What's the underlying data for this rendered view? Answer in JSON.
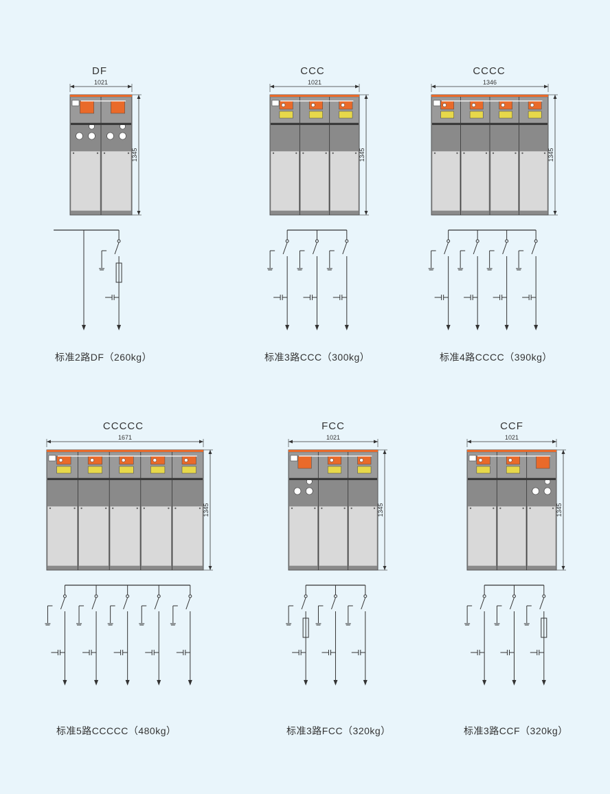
{
  "units": [
    {
      "title": "DF",
      "width_label": "1021",
      "height_label": "1345",
      "caption": "标准2路DF（260kg）",
      "config": "DF"
    },
    {
      "title": "CCC",
      "width_label": "1021",
      "height_label": "1345",
      "caption": "标准3路CCC（300kg）",
      "config": "CCC"
    },
    {
      "title": "CCCC",
      "width_label": "1346",
      "height_label": "1345",
      "caption": "标准4路CCCC（390kg）",
      "config": "CCCC"
    },
    {
      "title": "CCCCC",
      "width_label": "1671",
      "height_label": "1345",
      "caption": "标准5路CCCCC（480kg）",
      "config": "CCCCC"
    },
    {
      "title": "FCC",
      "width_label": "1021",
      "height_label": "1345",
      "caption": "标准3路FCC（320kg）",
      "config": "FCC"
    },
    {
      "title": "CCF",
      "width_label": "1021",
      "height_label": "1345",
      "caption": "标准3路CCF（320kg）",
      "config": "CCF"
    }
  ],
  "colors": {
    "background": "#e9f5fb",
    "cabinet_dark": "#7e7e7e",
    "cabinet_light": "#d9d9d9",
    "accent_orange": "#e96a2a",
    "accent_yellow": "#e7d84a",
    "line": "#333333"
  }
}
